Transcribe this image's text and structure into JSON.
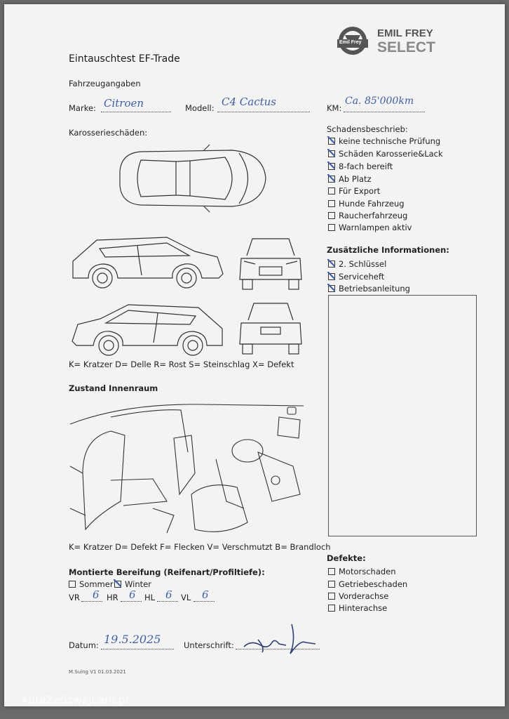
{
  "header": {
    "title": "Eintauschtest EF-Trade",
    "logo_small": "Emil Frey",
    "logo_line1": "EMIL FREY",
    "logo_line2": "SELECT"
  },
  "vehicle": {
    "section": "Fahrzeugangaben",
    "marke_label": "Marke:",
    "marke_value": "Citroen",
    "modell_label": "Modell:",
    "modell_value": "C4 Cactus",
    "km_label": "KM:",
    "km_value": "Ca. 85'000km"
  },
  "body_damage": {
    "section": "Karosserieschäden:",
    "legend": "K= Kratzer D= Delle R= Rost S= Steinschlag X= Defekt"
  },
  "damage_desc": {
    "section": "Schadensbeschrieb:",
    "items": [
      {
        "label": "keine technische Prüfung",
        "checked": true
      },
      {
        "label": "Schäden Karosserie&Lack",
        "checked": true
      },
      {
        "label": "8-fach bereift",
        "checked": true
      },
      {
        "label": "Ab Platz",
        "checked": true
      },
      {
        "label": "Für Export",
        "checked": false
      },
      {
        "label": "Hunde Fahrzeug",
        "checked": false
      },
      {
        "label": "Raucherfahrzeug",
        "checked": false
      },
      {
        "label": "Warnlampen aktiv",
        "checked": false
      }
    ]
  },
  "extra_info": {
    "section": "Zusätzliche Informationen:",
    "items": [
      {
        "label": "2. Schlüssel",
        "checked": true
      },
      {
        "label": "Serviceheft",
        "checked": true
      },
      {
        "label": "Betriebsanleitung",
        "checked": true
      }
    ]
  },
  "interior": {
    "section": "Zustand Innenraum",
    "legend": "K= Kratzer D= Defekt F= Flecken V= Verschmutzt B= Brandloch"
  },
  "tires": {
    "section": "Montierte Bereifung (Reifenart/Profiltiefe):",
    "sommer_label": "Sommer",
    "sommer_checked": false,
    "winter_label": "Winter",
    "winter_checked": true,
    "vr_label": "VR",
    "vr_value": "6",
    "hr_label": "HR",
    "hr_value": "6",
    "hl_label": "HL",
    "hl_value": "6",
    "vl_label": "VL",
    "vl_value": "6"
  },
  "defects": {
    "section": "Defekte:",
    "items": [
      {
        "label": "Motorschaden",
        "checked": false
      },
      {
        "label": "Getriebeschaden",
        "checked": false
      },
      {
        "label": "Vorderachse",
        "checked": false
      },
      {
        "label": "Hinterachse",
        "checked": false
      }
    ]
  },
  "footer": {
    "datum_label": "Datum:",
    "datum_value": "19.5.2025",
    "unterschrift_label": "Unterschrift:",
    "version": "M.Suing V1 01.03.2021",
    "watermark": "AutaZeSzwajcarii.pl"
  }
}
